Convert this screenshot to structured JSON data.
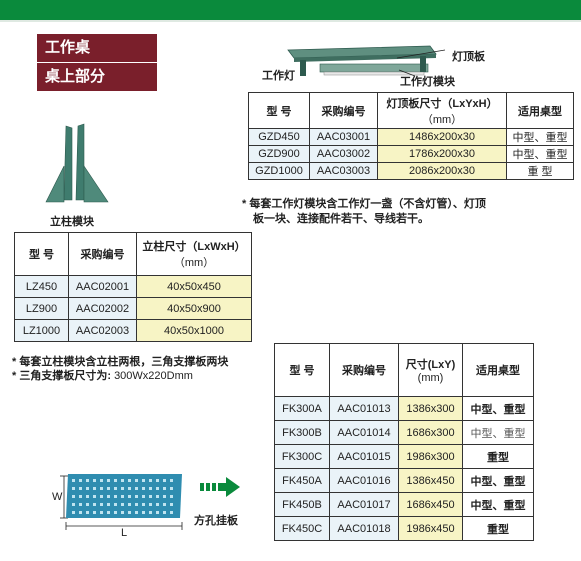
{
  "header": {
    "title": "工作桌",
    "subtitle": "桌上部分"
  },
  "lamp": {
    "labels": {
      "top_plate": "灯顶板",
      "lamp": "工作灯",
      "module": "工作灯模块"
    },
    "table": {
      "headers": [
        "型  号",
        "采购编号",
        "灯顶板尺寸（LxYxH）",
        "（mm）",
        "适用桌型"
      ],
      "rows": [
        {
          "model": "GZD450",
          "code": "AAC03001",
          "size": "1486x200x30",
          "fit": "中型、重型"
        },
        {
          "model": "GZD900",
          "code": "AAC03002",
          "size": "1786x200x30",
          "fit": "中型、重型"
        },
        {
          "model": "GZD1000",
          "code": "AAC03003",
          "size": "2086x200x30",
          "fit": "重  型"
        }
      ]
    },
    "note_line1": "* 每套工作灯模块含工作灯一盏（不含灯管）、灯顶",
    "note_line2": "板一块、连接配件若干、导线若干。"
  },
  "column": {
    "label": "立柱模块",
    "table": {
      "headers": [
        "型  号",
        "采购编号",
        "立柱尺寸（LxWxH）",
        "（mm）"
      ],
      "rows": [
        {
          "model": "LZ450",
          "code": "AAC02001",
          "size": "40x50x450"
        },
        {
          "model": "LZ900",
          "code": "AAC02002",
          "size": "40x50x900"
        },
        {
          "model": "LZ1000",
          "code": "AAC02003",
          "size": "40x50x1000"
        }
      ]
    },
    "note_line1": "* 每套立柱模块含立柱两根，三角支撑板两块",
    "note_line2_prefix": "* 三角支撑板尺寸为:",
    "note_line2_value": "300Wx220Dmm"
  },
  "pegboard": {
    "label": "方孔挂板",
    "dim_w": "W",
    "dim_l": "L",
    "table": {
      "headers": [
        "型  号",
        "采购编号",
        "尺寸(LxY)",
        "(mm)",
        "适用桌型"
      ],
      "rows": [
        {
          "model": "FK300A",
          "code": "AAC01013",
          "size": "1386x300",
          "fit": "中型、重型"
        },
        {
          "model": "FK300B",
          "code": "AAC01014",
          "size": "1686x300",
          "fit": "中型、重型"
        },
        {
          "model": "FK300C",
          "code": "AAC01015",
          "size": "1986x300",
          "fit": "重型"
        },
        {
          "model": "FK450A",
          "code": "AAC01016",
          "size": "1386x450",
          "fit": "中型、重型"
        },
        {
          "model": "FK450B",
          "code": "AAC01017",
          "size": "1686x450",
          "fit": "中型、重型"
        },
        {
          "model": "FK450C",
          "code": "AAC01018",
          "size": "1986x450",
          "fit": "重型"
        }
      ]
    }
  },
  "colors": {
    "brand_green": "#0a8a3c",
    "tag_maroon": "#7a1f2b",
    "model_cell": "#eaf3f8",
    "size_cell": "#f7f4c5",
    "product_teal": "#3f7c6e"
  }
}
